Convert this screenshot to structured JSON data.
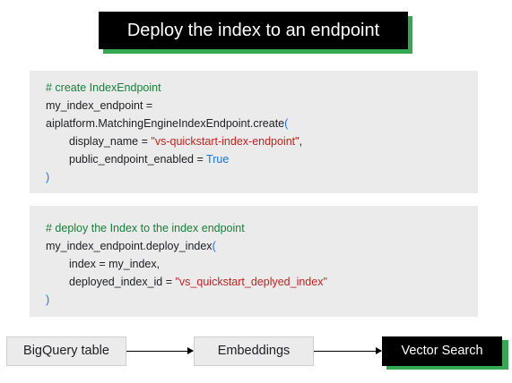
{
  "title": "Deploy the index to an endpoint",
  "code1": {
    "comment": "# create IndexEndpoint",
    "line1": "my_index_endpoint =",
    "line2_call": "aiplatform.MatchingEngineIndexEndpoint.create",
    "open_paren": "(",
    "display_name_key": "display_name = ",
    "display_name_value": "\"vs-quickstart-index-endpoint\"",
    "comma": ",",
    "public_key": "public_endpoint_enabled = ",
    "public_value": "True",
    "close_paren": ")"
  },
  "code2": {
    "comment": "# deploy the Index to the index endpoint",
    "line1_call": "my_index_endpoint.deploy_index",
    "open_paren": "(",
    "index_line": "index = my_index,",
    "deployed_key": "deployed_index_id = ",
    "deployed_value": "\"vs_quickstart_deplyed_index\"",
    "close_paren": ")"
  },
  "flow": {
    "nodes": [
      "BigQuery table",
      "Embeddings",
      "Vector Search"
    ]
  },
  "colors": {
    "accent_green": "#34a853",
    "comment": "#188038",
    "string": "#c5221f",
    "keyword": "#1a73e8"
  }
}
